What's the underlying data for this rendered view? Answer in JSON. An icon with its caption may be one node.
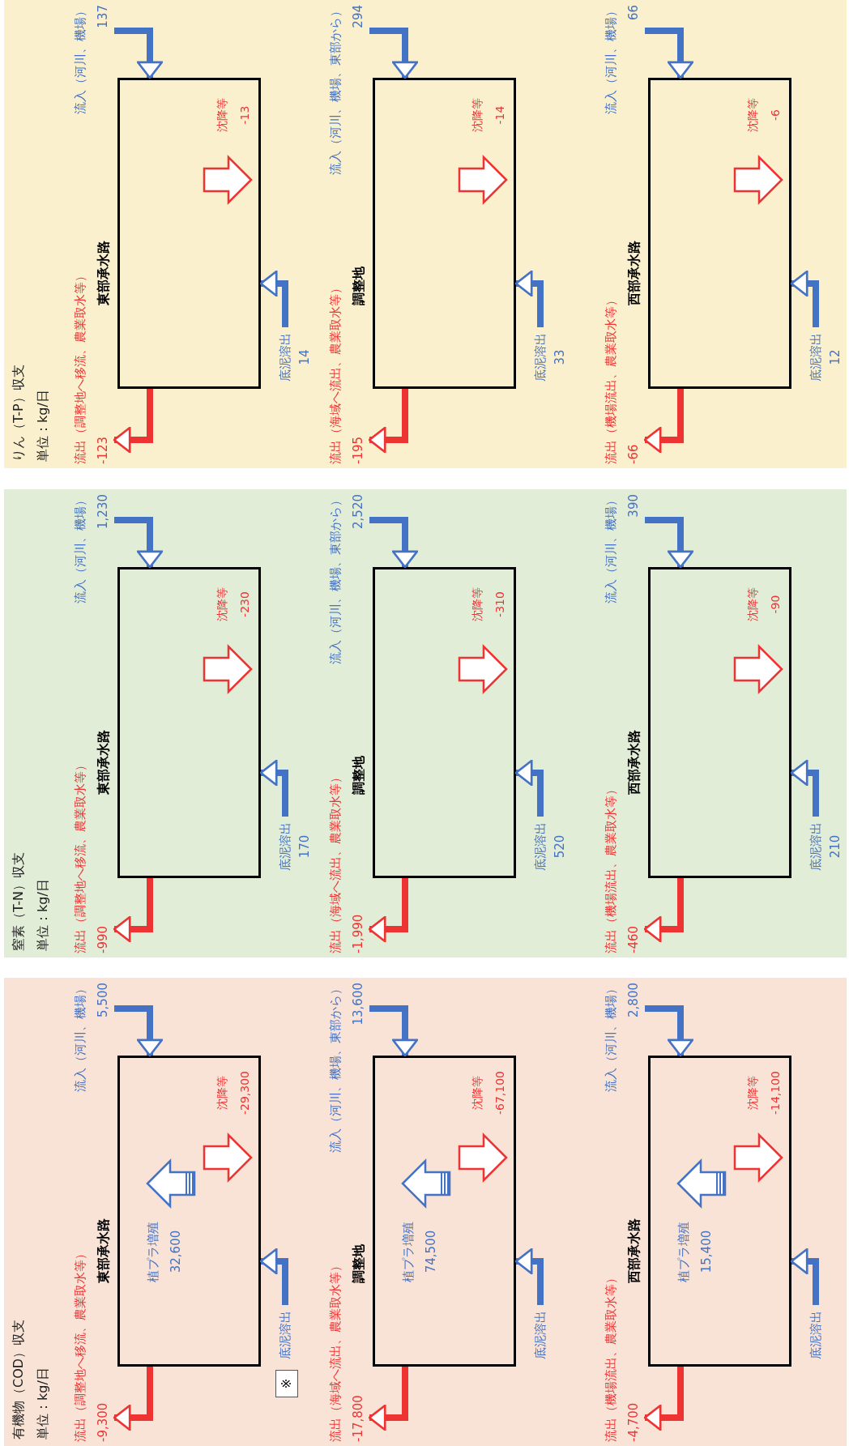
{
  "diagram": {
    "nodes": [
      {
        "text": [
          "有機物（COD）収支",
          "単位：kg/日"
        ]
      },
      {
        "text": [
          "流出（調整地へ移流、農業取水等）",
          "-9,300"
        ],
        "in": 0
      },
      {
        "text": [
          "流入（河川、機場）",
          "5,500"
        ],
        "in": 0
      },
      {
        "text": [
          "東部承水路"
        ],
        "in": 0
      },
      {
        "text": [
          "植プラ増殖",
          "32,600"
        ],
        "in": 3
      },
      {
        "text": [
          "沈降等",
          "-29,300"
        ],
        "in": 3
      },
      {
        "text": [
          "底泥溶出"
        ],
        "in": 0
      },
      {
        "text": [
          "※"
        ],
        "in": 0
      },
      {
        "text": [
          "流出（海域へ流出、農業取水等）",
          "-17,800"
        ],
        "in": 0
      },
      {
        "text": [
          "流入（河川、機場、東部から）",
          "13,600"
        ],
        "in": 0
      },
      {
        "text": [
          "調整地"
        ],
        "in": 0
      },
      {
        "text": [
          "植プラ増殖",
          "74,500"
        ],
        "in": 10
      },
      {
        "text": [
          "沈降等",
          "-67,100"
        ],
        "in": 10
      },
      {
        "text": [
          "底泥溶出"
        ],
        "in": 0
      },
      {
        "text": [
          "流出（機場流出、農業取水等）",
          "-4,700"
        ],
        "in": 0
      },
      {
        "text": [
          "流入（河川、機場）",
          "2,800"
        ],
        "in": 0
      },
      {
        "text": [
          "西部承水路"
        ],
        "in": 0
      },
      {
        "text": [
          "植プラ増殖",
          "15,400"
        ],
        "in": 16
      },
      {
        "text": [
          "沈降等",
          "-14,100"
        ],
        "in": 16
      },
      {
        "text": [
          "底泥溶出"
        ],
        "in": 0
      },
      {
        "text": [
          "窒素（T-N）収支",
          "単位：kg/日"
        ]
      },
      {
        "text": [
          "流出（調整地へ移流、農業取水等）",
          "-990"
        ],
        "in": 20
      },
      {
        "text": [
          "流入（河川、機場）",
          "1,230"
        ],
        "in": 20
      },
      {
        "text": [
          "東部承水路"
        ],
        "in": 20
      },
      {
        "text": [
          "沈降等",
          "-230"
        ],
        "in": 23
      },
      {
        "text": [
          "底泥溶出",
          "170"
        ],
        "in": 20
      },
      {
        "text": [
          "流出（海域へ流出、農業取水等）",
          "-1,990"
        ],
        "in": 20
      },
      {
        "text": [
          "流入（河川、機場、東部から）",
          "2,520"
        ],
        "in": 20
      },
      {
        "text": [
          "調整地"
        ],
        "in": 20
      },
      {
        "text": [
          "沈降等",
          "-310"
        ],
        "in": 28
      },
      {
        "text": [
          "底泥溶出",
          "520"
        ],
        "in": 20
      },
      {
        "text": [
          "流出（機場流出、農業取水等）",
          "-460"
        ],
        "in": 20
      },
      {
        "text": [
          "流入（河川、機場）",
          "390"
        ],
        "in": 20
      },
      {
        "text": [
          "西部承水路"
        ],
        "in": 20
      },
      {
        "text": [
          "沈降等",
          "-90"
        ],
        "in": 33
      },
      {
        "text": [
          "底泥溶出",
          "210"
        ],
        "in": 20
      },
      {
        "text": [
          "りん（T-P）収支",
          "単位：kg/日"
        ]
      },
      {
        "text": [
          "流出（調整地へ移流、農業取水等）",
          "-123"
        ],
        "in": 36
      },
      {
        "text": [
          "流入（河川、機場）",
          "137"
        ],
        "in": 36
      },
      {
        "text": [
          "東部承水路"
        ],
        "in": 36
      },
      {
        "text": [
          "沈降等",
          "-13"
        ],
        "in": 39
      },
      {
        "text": [
          "底泥溶出",
          "14"
        ],
        "in": 36
      },
      {
        "text": [
          "流出（海域へ流出、農業取水等）",
          "-195"
        ],
        "in": 36
      },
      {
        "text": [
          "流入（河川、機場、東部から）",
          "294"
        ],
        "in": 36
      },
      {
        "text": [
          "調整地"
        ],
        "in": 36
      },
      {
        "text": [
          "沈降等",
          "-14"
        ],
        "in": 44
      },
      {
        "text": [
          "底泥溶出",
          "33"
        ],
        "in": 36
      },
      {
        "text": [
          "流出（機場流出、農業取水等）",
          "-66"
        ],
        "in": 36
      },
      {
        "text": [
          "流入（河川、機場）",
          "66"
        ],
        "in": 36
      },
      {
        "text": [
          "西部承水路"
        ],
        "in": 36
      },
      {
        "text": [
          "沈降等",
          "-6"
        ],
        "in": 49
      },
      {
        "text": [
          "底泥溶出",
          "12"
        ],
        "in": 36
      }
    ],
    "edges": [
      {
        "from": 2,
        "to": 3,
        "arrow": "to"
      },
      {
        "from": 3,
        "to": 1,
        "arrow": "to",
        "color": "#ee3333"
      },
      {
        "from": 6,
        "to": 3,
        "arrow": "to"
      },
      {
        "from": 9,
        "to": 10,
        "arrow": "to"
      },
      {
        "from": 10,
        "to": 8,
        "arrow": "to",
        "color": "#ee3333"
      },
      {
        "from": 13,
        "to": 10,
        "arrow": "to"
      },
      {
        "from": 15,
        "to": 16,
        "arrow": "to"
      },
      {
        "from": 16,
        "to": 14,
        "arrow": "to",
        "color": "#ee3333"
      },
      {
        "from": 19,
        "to": 16,
        "arrow": "to"
      },
      {
        "from": 22,
        "to": 23,
        "arrow": "to"
      },
      {
        "from": 23,
        "to": 21,
        "arrow": "to",
        "color": "#ee3333"
      },
      {
        "from": 25,
        "to": 23,
        "arrow": "to"
      },
      {
        "from": 27,
        "to": 28,
        "arrow": "to"
      },
      {
        "from": 28,
        "to": 26,
        "arrow": "to",
        "color": "#ee3333"
      },
      {
        "from": 30,
        "to": 28,
        "arrow": "to"
      },
      {
        "from": 32,
        "to": 33,
        "arrow": "to"
      },
      {
        "from": 33,
        "to": 31,
        "arrow": "to",
        "color": "#ee3333"
      },
      {
        "from": 35,
        "to": 33,
        "arrow": "to"
      },
      {
        "from": 38,
        "to": 39,
        "arrow": "to"
      },
      {
        "from": 39,
        "to": 37,
        "arrow": "to",
        "color": "#ee3333"
      },
      {
        "from": 41,
        "to": 39,
        "arrow": "to"
      },
      {
        "from": 43,
        "to": 44,
        "arrow": "to"
      },
      {
        "from": 44,
        "to": 42,
        "arrow": "to",
        "color": "#ee3333"
      },
      {
        "from": 46,
        "to": 44,
        "arrow": "to"
      },
      {
        "from": 48,
        "to": 49,
        "arrow": "to"
      },
      {
        "from": 49,
        "to": 47,
        "arrow": "to",
        "color": "#ee3333"
      },
      {
        "from": 51,
        "to": 49,
        "arrow": "to"
      }
    ]
  }
}
